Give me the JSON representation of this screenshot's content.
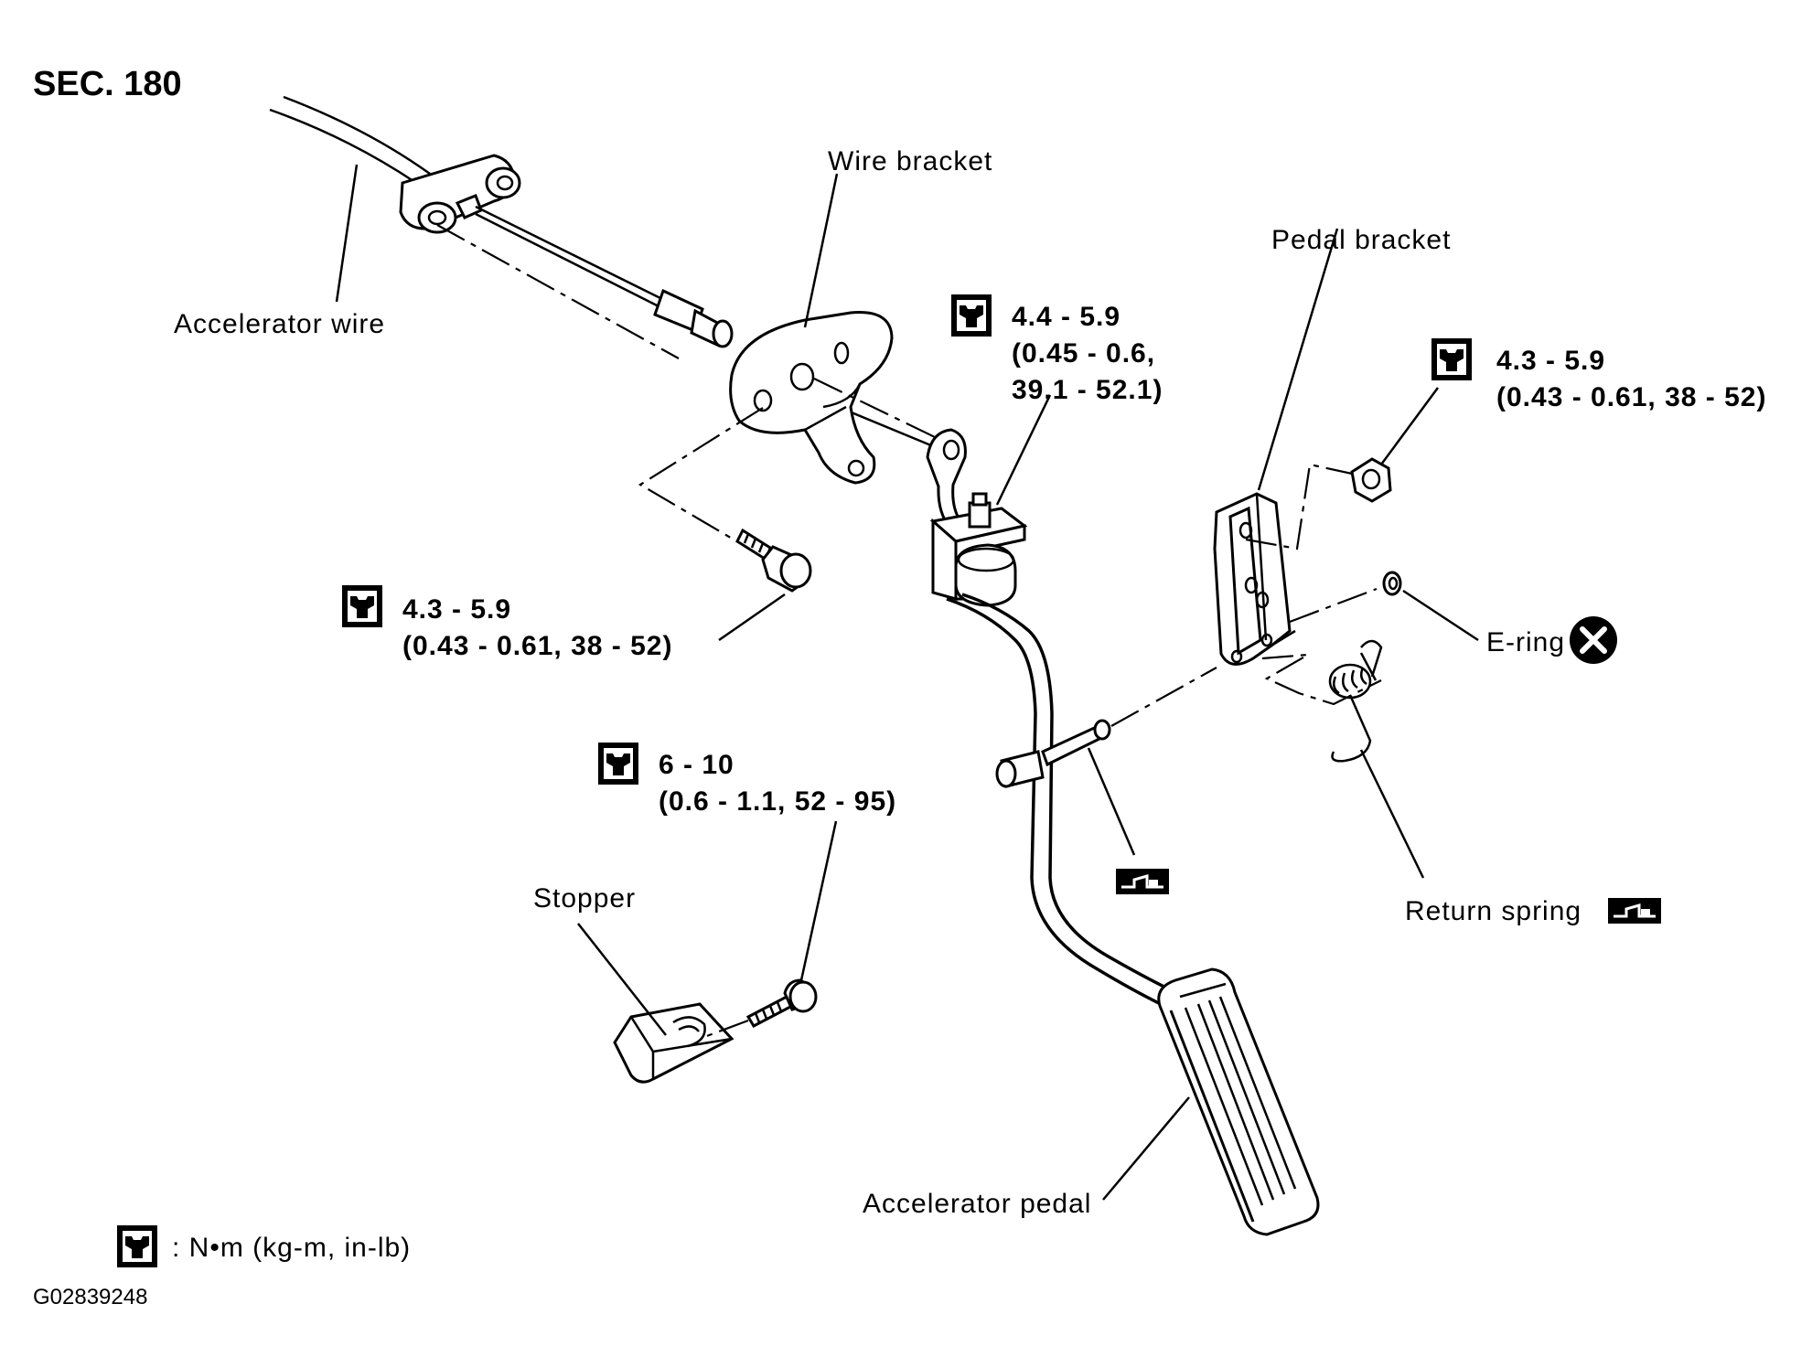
{
  "title": "SEC. 180",
  "figure_code": "G02839248",
  "labels": {
    "accelerator_wire": "Accelerator wire",
    "wire_bracket": "Wire bracket",
    "pedal_bracket": "Pedal bracket",
    "e_ring": "E-ring",
    "return_spring": "Return spring",
    "stopper": "Stopper",
    "accelerator_pedal": "Accelerator pedal"
  },
  "torques": {
    "wire_bracket_bolt": {
      "line1": "4.3 - 5.9",
      "line2": "(0.43 - 0.61, 38 - 52)"
    },
    "pedal_arm_nut": {
      "line1": "4.4 - 5.9",
      "line2": "(0.45 - 0.6,",
      "line3": "39.1 - 52.1)"
    },
    "pedal_bracket_nut": {
      "line1": "4.3 - 5.9",
      "line2": "(0.43 - 0.61, 38 - 52)"
    },
    "stopper_bolt": {
      "line1": "6 - 10",
      "line2": "(0.6 - 1.1, 52 - 95)"
    }
  },
  "legend": {
    "text": ": N•m (kg-m, in-lb)"
  },
  "icons": {
    "torque": "torque-wrench-icon",
    "grease": "grease-gun-icon",
    "no_reuse": "do-not-reuse-icon"
  }
}
